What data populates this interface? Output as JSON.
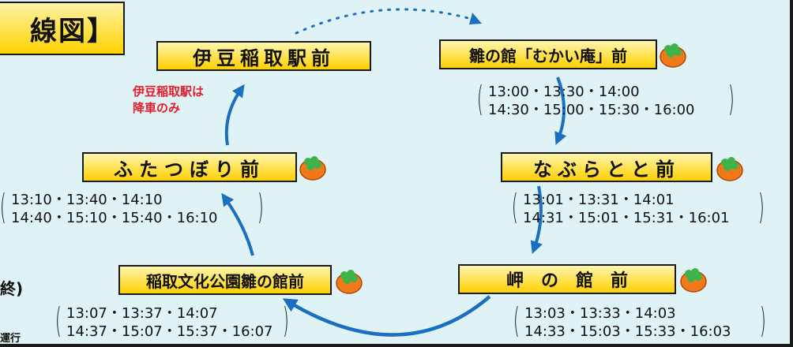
{
  "title": "線図】",
  "stops": [
    {
      "name": "伊豆稲取駅前",
      "times": []
    },
    {
      "name": "雛の館「むかい庵」前",
      "times": [
        "13:00・13:30・14:00",
        "14:30・15:00・15:30・16:00"
      ]
    },
    {
      "name": "なぶらとと前",
      "times": [
        "13:01・13:31・14:01",
        "14:31・15:01・15:31・16:01"
      ]
    },
    {
      "name": "岬　の　館　前",
      "times": [
        "13:03・13:33・14:03",
        "14:33・15:03・15:33・16:03"
      ]
    },
    {
      "name": "稲取文化公園雛の館前",
      "times": [
        "13:07・13:37・14:07",
        "14:37・15:07・15:37・16:07"
      ]
    },
    {
      "name": "ふたつぼり前",
      "times": [
        "13:10・13:40・14:10",
        "14:40・15:10・15:40・16:10"
      ]
    }
  ],
  "note": [
    "伊豆稲取駅は",
    "降車のみ"
  ],
  "side_texts": {
    "end_label": "終)",
    "operate_label": "運行"
  },
  "icon": "clover-fruit-icon",
  "colors": {
    "background": "#dff2f6",
    "arrow": "#1a6fc0",
    "note": "#e0202a",
    "box": "#ffd000"
  }
}
